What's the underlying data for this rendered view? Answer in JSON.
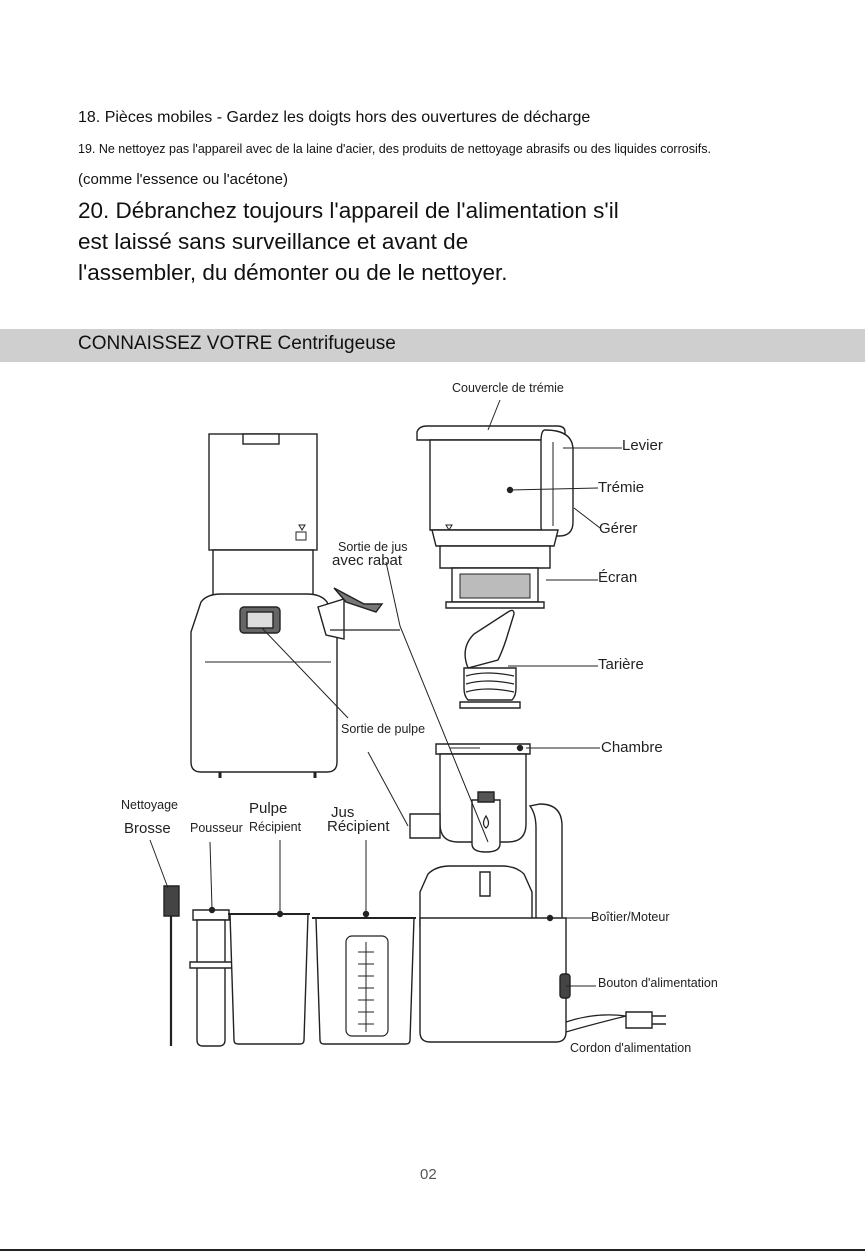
{
  "safety": {
    "item18": "18. Pièces mobiles - Gardez les doigts hors des ouvertures de décharge",
    "item19": "19. Ne nettoyez pas l'appareil avec de la laine d'acier, des produits de nettoyage abrasifs ou des liquides corrosifs.",
    "item19b": "(comme l'essence ou l'acétone)",
    "item20_line1": "20. Débranchez toujours l'appareil de l'alimentation s'il",
    "item20_line2": "est laissé sans surveillance et avant de",
    "item20_line3": "l'assembler, du démonter ou de le nettoyer."
  },
  "section": {
    "title": "CONNAISSEZ VOTRE Centrifugeuse"
  },
  "labels": {
    "hopper_lid": "Couvercle de trémie",
    "lever": "Levier",
    "hopper": "Trémie",
    "handle": "Gérer",
    "screen": "Écran",
    "auger": "Tarière",
    "chamber": "Chambre",
    "juice_outlet_1": "Sortie de jus",
    "juice_outlet_2": "avec rabat",
    "pulp_outlet": "Sortie de pulpe",
    "cleaning": "Nettoyage",
    "brush": "Brosse",
    "pusher": "Pousseur",
    "pulp": "Pulpe",
    "container_pulp": "Récipient",
    "juice": "Jus",
    "container_juice": "Récipient",
    "housing": "Boîtier/Moteur",
    "power_button": "Bouton d'alimentation",
    "power_cord": "Cordon d'alimentation"
  },
  "page": {
    "number": "02"
  }
}
